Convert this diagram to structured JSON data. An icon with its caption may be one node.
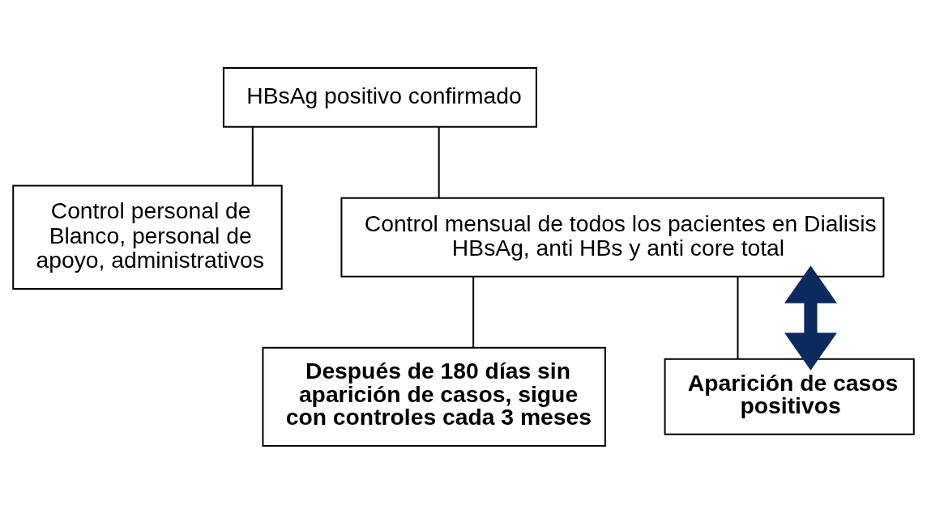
{
  "diagram": {
    "nodes": [
      {
        "text": [
          "HBsAg positivo confirmado"
        ]
      },
      {
        "text": [
          "Control personal de Blanco, personal de apoyo, administrativos"
        ]
      },
      {
        "text": [
          "Control mensual de todos los pacientes en Dialisis",
          "HBsAg, anti HBs y anti core total"
        ]
      },
      {
        "text": [
          "Después de 180 días sin aparición de casos, sigue con controles cada 3 meses"
        ]
      },
      {
        "text": [
          "Aparición de casos positivos"
        ]
      }
    ],
    "edges": [
      {
        "from": 0,
        "to": 1,
        "arrow": "none"
      },
      {
        "from": 0,
        "to": 2,
        "arrow": "none"
      },
      {
        "from": 2,
        "to": 3,
        "arrow": "none"
      },
      {
        "from": 2,
        "to": 4,
        "arrow": "none"
      },
      {
        "from": 4,
        "to": 2,
        "arrow": "both",
        "style": "thick",
        "color": "#0d2a5e"
      }
    ]
  }
}
